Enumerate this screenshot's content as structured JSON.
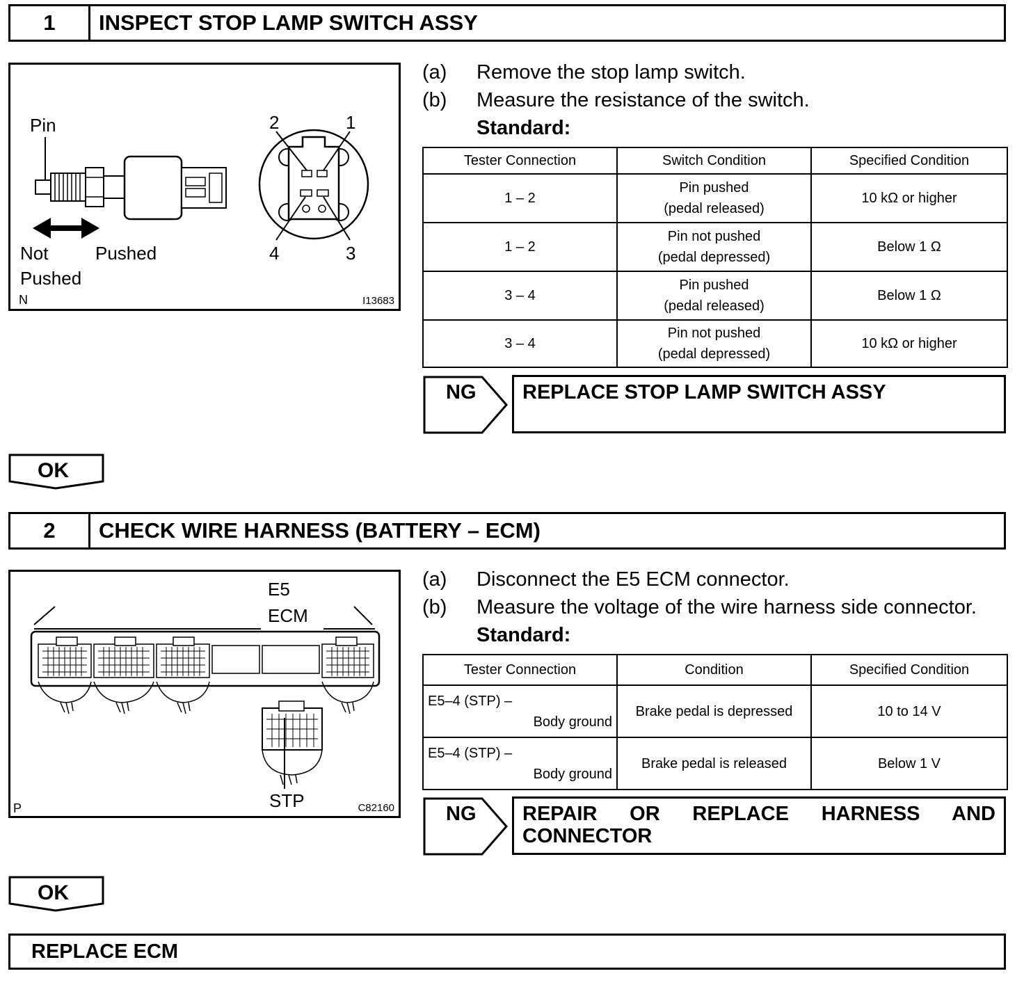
{
  "step1": {
    "number": "1",
    "title": "INSPECT STOP LAMP SWITCH ASSY",
    "figure": {
      "pin_label": "Pin",
      "not_pushed_line1": "Not",
      "not_pushed_line2": "Pushed",
      "pushed_label": "Pushed",
      "corner_letter": "N",
      "figure_id": "I13683",
      "terminals": [
        "1",
        "2",
        "3",
        "4"
      ]
    },
    "instructions": [
      {
        "label": "(a)",
        "text": "Remove the stop lamp switch."
      },
      {
        "label": "(b)",
        "text": "Measure the resistance of the switch."
      }
    ],
    "standard_label": "Standard:",
    "table": {
      "headers": [
        "Tester Connection",
        "Switch Condition",
        "Specified Condition"
      ],
      "rows": [
        {
          "conn": "1 – 2",
          "cond1": "Pin pushed",
          "cond2": "(pedal released)",
          "spec": "10 kΩ or higher"
        },
        {
          "conn": "1 – 2",
          "cond1": "Pin not pushed",
          "cond2": "(pedal depressed)",
          "spec": "Below 1 Ω"
        },
        {
          "conn": "3 – 4",
          "cond1": "Pin pushed",
          "cond2": "(pedal released)",
          "spec": "Below 1 Ω"
        },
        {
          "conn": "3 – 4",
          "cond1": "Pin not pushed",
          "cond2": "(pedal depressed)",
          "spec": "10 kΩ or higher"
        }
      ]
    },
    "ng_label": "NG",
    "ng_action": "REPLACE STOP LAMP SWITCH ASSY",
    "ok_label": "OK"
  },
  "step2": {
    "number": "2",
    "title": "CHECK WIRE HARNESS (BATTERY – ECM)",
    "figure": {
      "connector_label": "E5",
      "ecm_label": "ECM",
      "stp_label": "STP",
      "corner_letter": "P",
      "figure_id": "C82160"
    },
    "instructions": [
      {
        "label": "(a)",
        "text": "Disconnect the E5 ECM connector."
      },
      {
        "label": "(b)",
        "text": "Measure the voltage of the wire harness side connector."
      }
    ],
    "standard_label": "Standard:",
    "table": {
      "headers": [
        "Tester Connection",
        "Condition",
        "Specified Condition"
      ],
      "rows": [
        {
          "conn1": "E5–4 (STP) –",
          "conn2": "Body ground",
          "cond": "Brake pedal is depressed",
          "spec": "10 to 14 V"
        },
        {
          "conn1": "E5–4 (STP) –",
          "conn2": "Body ground",
          "cond": "Brake pedal is released",
          "spec": "Below 1 V"
        }
      ]
    },
    "ng_label": "NG",
    "ng_action": "REPAIR OR REPLACE HARNESS AND CONNECTOR",
    "ok_label": "OK"
  },
  "final_action": "REPLACE ECM"
}
